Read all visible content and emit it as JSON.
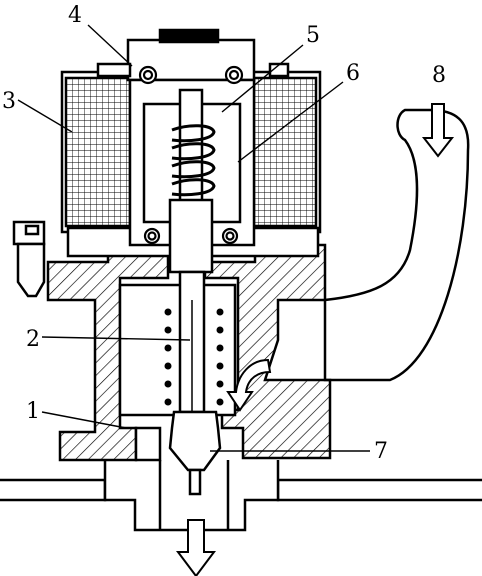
{
  "diagram": {
    "callouts": [
      {
        "id": "valve-body",
        "label": "1"
      },
      {
        "id": "armature-rod",
        "label": "2"
      },
      {
        "id": "solenoid-coil",
        "label": "3"
      },
      {
        "id": "top-cap",
        "label": "4"
      },
      {
        "id": "return-spring",
        "label": "5"
      },
      {
        "id": "core-sleeve",
        "label": "6"
      },
      {
        "id": "valve-needle",
        "label": "7"
      },
      {
        "id": "inlet-pipe",
        "label": "8"
      }
    ]
  }
}
